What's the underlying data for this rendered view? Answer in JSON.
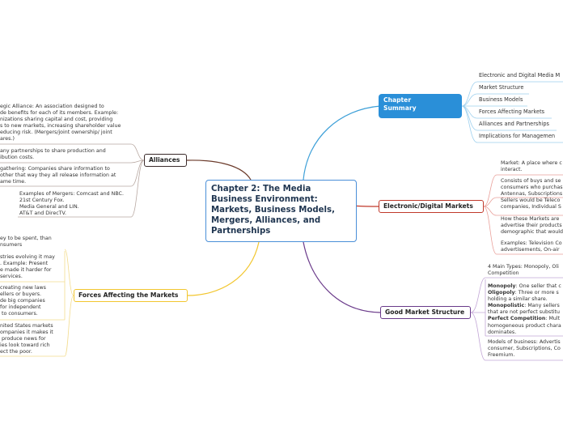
{
  "central": "Chapter 2: The Media Business Environment: Markets, Business Models, Mergers, Alliances, and Partnerships",
  "summary": {
    "label": "Chapter Summary",
    "items": [
      "Electronic and Digital Media M",
      "Market Structure",
      "Business Models",
      "Forces Affecting Markets",
      "Alliances and Partnerships",
      "Implications for Managemen"
    ]
  },
  "electronic": {
    "label": "Electronic/Digital Markets",
    "notes": [
      "Market: A place where c\ninteract.",
      "Consists of buys and se\nconsumers who purchas\nAntennas, Subscriptions\nSellers would be Teleco\ncompanies, Individual S",
      "How these Markets are\nadvertise their products\ndemographic that would",
      "Examples: Television Co\nadvertisements, On-air"
    ]
  },
  "market_structure": {
    "label": "Good Market Structure",
    "types": "4 Main Types: Monopoly, Oli\nCompetition",
    "defs": [
      {
        "term": "Monopoly",
        "text": ": One seller that c"
      },
      {
        "term": "Oligopoly",
        "text": ": Three or more s\nholding a similar share."
      },
      {
        "term": "Monopolistic",
        "text": ": Many sellers\nthat are not perfect substitu"
      },
      {
        "term": "Perfect Competition",
        "text": ": Mult\nhomogeneous product chara\ndominates."
      }
    ],
    "models": "Models of business: Advertis\nconsumer, Subscriptions, Co\nFreemium."
  },
  "alliances": {
    "label": "Alliances",
    "notes": [
      "egic Alliance: An association designed to\nde benefits for each of its members. Example:\nnizations sharing capital and cost, providing\ns to new markets, increasing shareholder value\neducing risk. (Mergers/joint ownership/ joint\nares.)",
      "any partnerships to share production and\nibution costs.",
      "gathering: Companies share information to\nother that way they all release information at\name time.",
      "Examples of Mergers: Comcast and NBC.\n21st Century Fox.\nMedia General and LIN.\nAT&T and DirecTV."
    ]
  },
  "forces": {
    "label": "Forces Affecting the Markets",
    "notes": [
      "ey to be spent, than\nnsumers",
      "stries evolving it may\n. Example: Present\ne made it harder for\nservices.",
      "creating new laws\nellers or buyers.\nde big companies\nfor independent\n to consumers.",
      "nited States markets\nompanies it makes it\n produce news for\nies look toward rich\nect the poor."
    ]
  },
  "colors": {
    "central_border": "#4a8fd8",
    "summary_fill": "#2a8fd8",
    "summary_branch": "#3ea0d8",
    "electronic_branch": "#c0392b",
    "structure_branch": "#6a3a8a",
    "alliances_branch": "#6b3a2a",
    "forces_branch": "#f2c62f"
  }
}
